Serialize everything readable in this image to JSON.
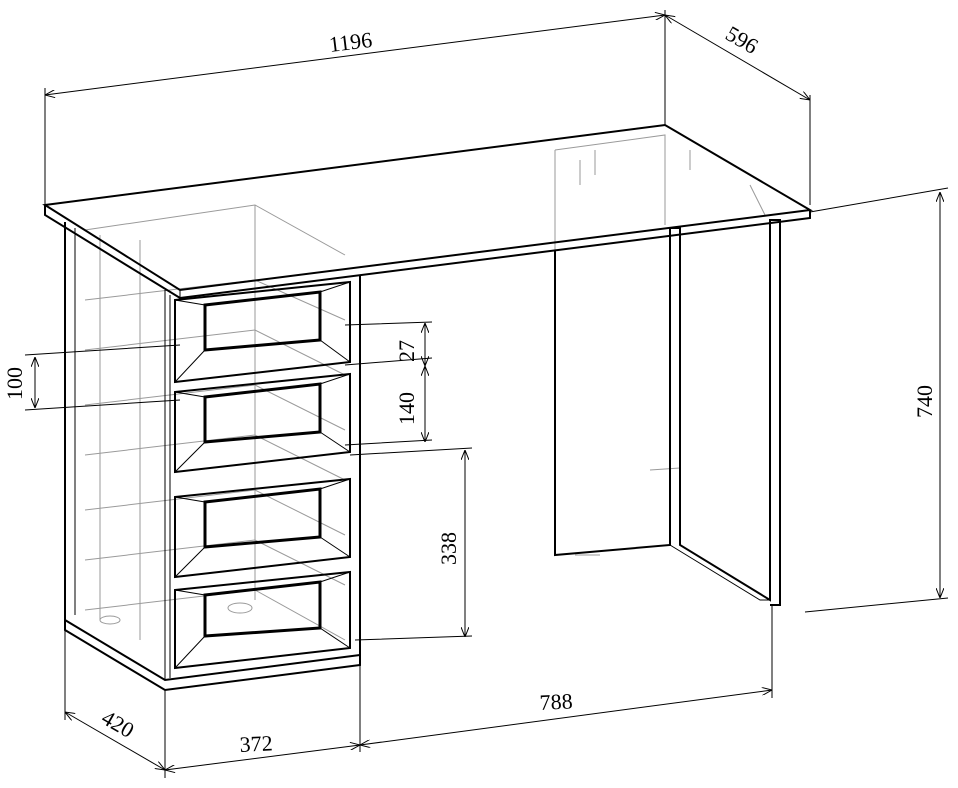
{
  "title": "Desk with drawer pedestal - dimension drawing",
  "dimensions": {
    "total_width": "1196",
    "depth": "596",
    "height": "740",
    "side_offset": "100",
    "top_gap": "27",
    "drawer_height": "140",
    "lower_height": "338",
    "pedestal_depth": "420",
    "pedestal_width": "372",
    "knee_space": "788"
  },
  "colors": {
    "line": "#000000",
    "hidden": "#9a9a9a"
  }
}
